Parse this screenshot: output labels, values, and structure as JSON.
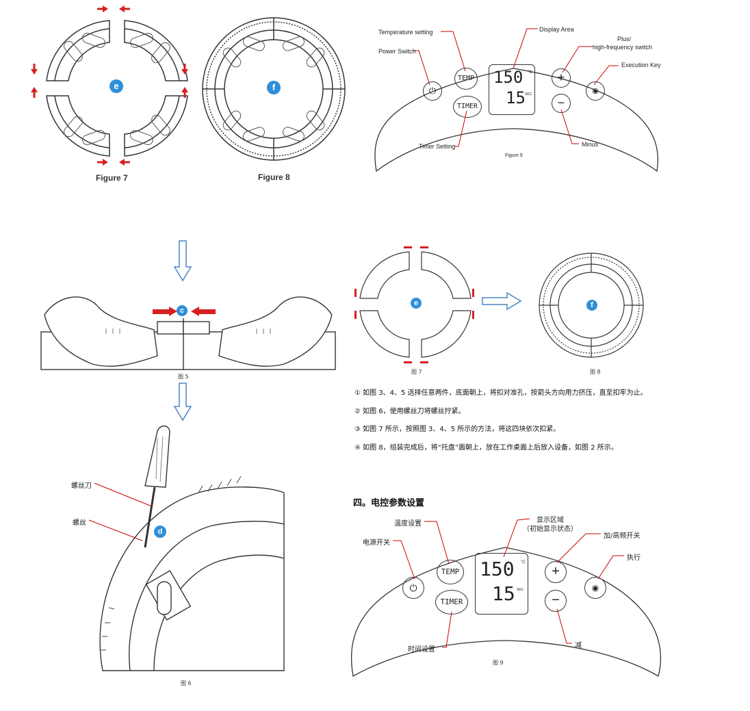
{
  "figure7": {
    "caption": "Figure 7",
    "marker": "e"
  },
  "figure8": {
    "caption": "Figure 8",
    "marker": "f"
  },
  "figure9_en": {
    "caption": "Figure 9",
    "temperature_setting": "Temperature   setting",
    "power_switch": "Power Switch",
    "display_area": "Display Area",
    "plus_line1": "Plus/",
    "plus_line2": "high-frequency switch",
    "execution_key": "Execution Key",
    "timer_setting": "Timer Setting",
    "minus": "Minus"
  },
  "panel": {
    "temp_button": "TEMP",
    "timer_button": "TIMER",
    "display_top": "150",
    "display_unit_c": "°C",
    "display_bottom": "15",
    "display_unit_sec": "SEC"
  },
  "figure5": {
    "caption": "图 5",
    "marker": "c"
  },
  "figure6": {
    "caption": "图 6",
    "marker": "d",
    "screwdriver": "螺丝刀",
    "screw": "螺丝"
  },
  "figure7_cn": {
    "caption": "图 7",
    "marker": "e"
  },
  "figure8_cn": {
    "caption": "图 8",
    "marker": "f"
  },
  "steps": [
    "① 如图 3、4、5 选择任意两件，底面朝上，将扣对准孔，按箭头方向用力挤压，直至扣牢为止。",
    "② 如图 6，使用螺丝刀将螺丝拧紧。",
    "③ 如图 7 所示，按照图 3、4、5 所示的方法，将这四块依次扣紧。",
    "④ 如图 8，组装完成后，将“托盘”面朝上，放在工作桌面上后放入设备，如图 2 所示。"
  ],
  "section": {
    "title": "四。电控参数设置"
  },
  "figure9_cn": {
    "caption": "图 9",
    "temp_setting": "温度设置",
    "display_area": "显示区域",
    "display_note": "（初始显示状态）",
    "power_switch": "电源开关",
    "plus_switch": "加/高频开关",
    "execute": "执行",
    "timer_setting": "时间设置",
    "minus": "减"
  },
  "colors": {
    "arrow_red": "#d62020",
    "marker_blue": "#2f8fd8",
    "flow_arrow": "#4a86c5"
  }
}
